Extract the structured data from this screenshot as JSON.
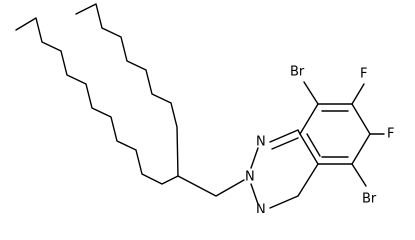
{
  "molecule": {
    "atoms": {
      "br_top": "Br",
      "br_bottom": "Br",
      "f_top": "F",
      "f_bottom": "F",
      "n_top": "N",
      "n_middle": "N",
      "n_bottom": "N"
    },
    "colors": {
      "bond": "#000000",
      "label": "#000000",
      "background": "#ffffff"
    }
  }
}
